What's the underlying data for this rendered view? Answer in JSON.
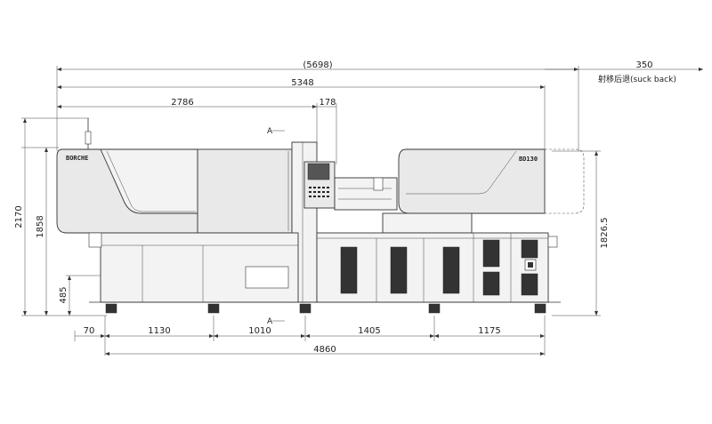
{
  "dimensions": {
    "overall_parenthesized": "(5698)",
    "suck_back_value": "350",
    "suck_back_label": "射移后退(suck back)",
    "total_length": "5348",
    "clamp_length": "2786",
    "offset_178": "178",
    "height_total": "2170",
    "height_machine": "1858",
    "height_base": "485",
    "height_right": "1826.5",
    "seg_70": "70",
    "seg_1130": "1130",
    "seg_1010": "1010",
    "seg_1405": "1405",
    "seg_1175": "1175",
    "base_length": "4860",
    "section_mark_top": "A",
    "section_mark_bottom": "A"
  },
  "labels": {
    "brand_left": "BORCHE",
    "model_right": "BD130"
  }
}
